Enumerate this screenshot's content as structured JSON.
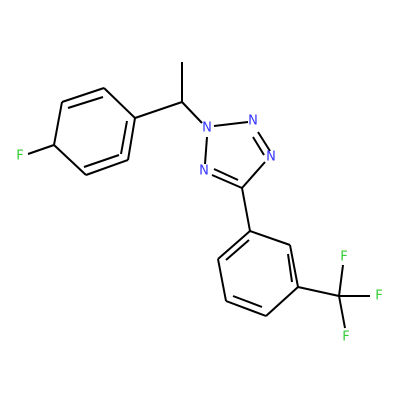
{
  "colors": {
    "bond": "#000000",
    "N": "#3333ff",
    "F": "#33cc33",
    "background": "#ffffff"
  },
  "atoms": [
    {
      "id": "f1",
      "label": "F",
      "element": "F"
    },
    {
      "id": "n1",
      "label": "N",
      "element": "N"
    },
    {
      "id": "n2",
      "label": "N",
      "element": "N"
    },
    {
      "id": "n3",
      "label": "N",
      "element": "N"
    },
    {
      "id": "n4",
      "label": "N",
      "element": "N"
    },
    {
      "id": "f2",
      "label": "F",
      "element": "F"
    },
    {
      "id": "f3",
      "label": "F",
      "element": "F"
    },
    {
      "id": "f4",
      "label": "F",
      "element": "F"
    }
  ]
}
